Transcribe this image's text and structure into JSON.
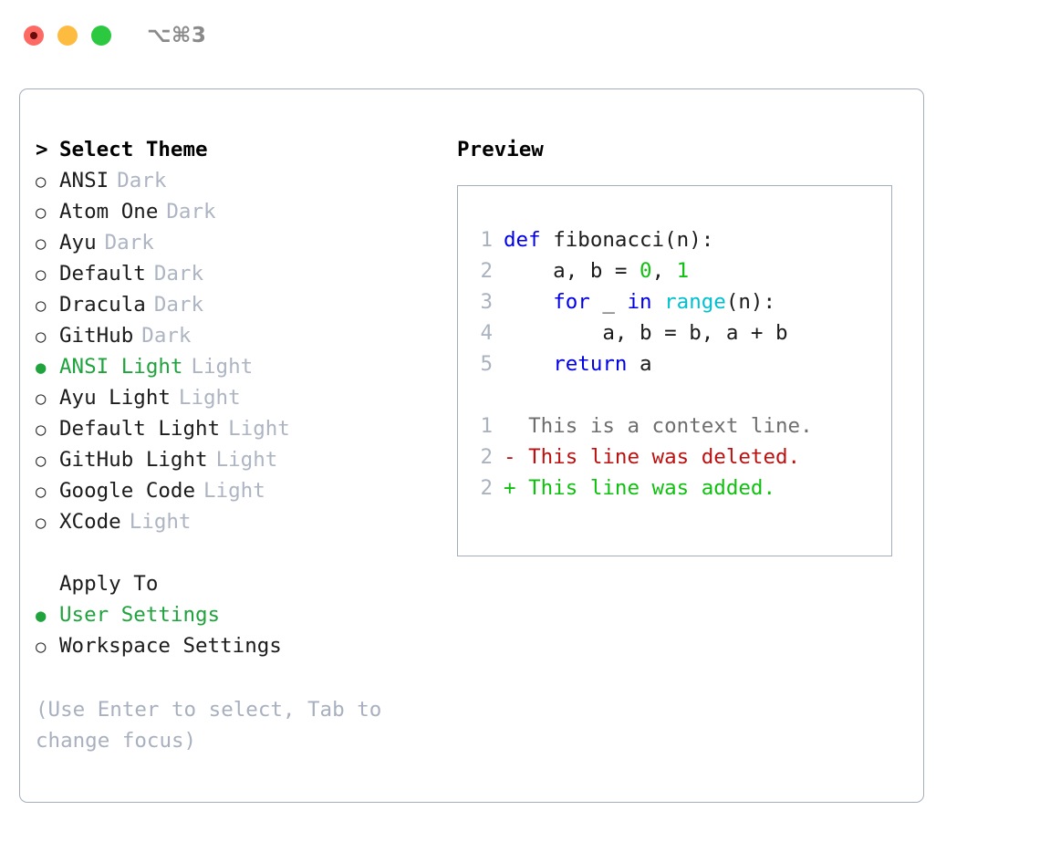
{
  "window": {
    "title": "⌥⌘3",
    "traffic_lights": [
      {
        "name": "close",
        "color": "#fd6a64",
        "recording": true
      },
      {
        "name": "minimize",
        "color": "#fdbc40",
        "recording": false
      },
      {
        "name": "maximize",
        "color": "#2bc840",
        "recording": false
      }
    ]
  },
  "colors": {
    "accent_green": "#1fa33c",
    "border": "#a4adbb",
    "muted": "#adb4c2",
    "hint": "#a8b0bf",
    "keyword": "#0000e6",
    "builtin": "#00c0cf",
    "number": "#10c010",
    "diff_delete": "#bb1111",
    "diff_add": "#10c010",
    "lineno": "#aab2c0"
  },
  "theme_list": {
    "heading": {
      "marker": ">",
      "label": "Select Theme"
    },
    "items": [
      {
        "marker": "○",
        "label": "ANSI",
        "meta": "Dark",
        "selected": false
      },
      {
        "marker": "○",
        "label": "Atom One",
        "meta": "Dark",
        "selected": false
      },
      {
        "marker": "○",
        "label": "Ayu",
        "meta": "Dark",
        "selected": false
      },
      {
        "marker": "○",
        "label": "Default",
        "meta": "Dark",
        "selected": false
      },
      {
        "marker": "○",
        "label": "Dracula",
        "meta": "Dark",
        "selected": false
      },
      {
        "marker": "○",
        "label": "GitHub",
        "meta": "Dark",
        "selected": false
      },
      {
        "marker": "●",
        "label": "ANSI Light",
        "meta": "Light",
        "selected": true
      },
      {
        "marker": "○",
        "label": "Ayu Light",
        "meta": "Light",
        "selected": false
      },
      {
        "marker": "○",
        "label": "Default Light",
        "meta": "Light",
        "selected": false
      },
      {
        "marker": "○",
        "label": "GitHub Light",
        "meta": "Light",
        "selected": false
      },
      {
        "marker": "○",
        "label": "Google Code",
        "meta": "Light",
        "selected": false
      },
      {
        "marker": "○",
        "label": "XCode",
        "meta": "Light",
        "selected": false
      }
    ]
  },
  "apply_to": {
    "heading": {
      "marker": "",
      "label": "Apply To"
    },
    "items": [
      {
        "marker": "●",
        "label": "User Settings",
        "selected": true
      },
      {
        "marker": "○",
        "label": "Workspace Settings",
        "selected": false
      }
    ]
  },
  "hint": "(Use Enter to select, Tab to change focus)",
  "preview": {
    "title": "Preview",
    "code_lines": [
      {
        "lineno": "1",
        "tokens": [
          {
            "t": "def ",
            "c": "kw"
          },
          {
            "t": "fibonacci(n):",
            "c": "txt"
          }
        ]
      },
      {
        "lineno": "2",
        "tokens": [
          {
            "t": "    a, b = ",
            "c": "txt"
          },
          {
            "t": "0",
            "c": "num"
          },
          {
            "t": ", ",
            "c": "txt"
          },
          {
            "t": "1",
            "c": "num"
          }
        ]
      },
      {
        "lineno": "3",
        "tokens": [
          {
            "t": "    ",
            "c": "txt"
          },
          {
            "t": "for",
            "c": "kw"
          },
          {
            "t": " _ ",
            "c": "txt"
          },
          {
            "t": "in",
            "c": "kw"
          },
          {
            "t": " ",
            "c": "txt"
          },
          {
            "t": "range",
            "c": "fn"
          },
          {
            "t": "(n):",
            "c": "txt"
          }
        ]
      },
      {
        "lineno": "4",
        "tokens": [
          {
            "t": "        a, b = b, a + b",
            "c": "txt"
          }
        ]
      },
      {
        "lineno": "5",
        "tokens": [
          {
            "t": "    ",
            "c": "txt"
          },
          {
            "t": "return",
            "c": "kw"
          },
          {
            "t": " a",
            "c": "txt"
          }
        ]
      }
    ],
    "diff_lines": [
      {
        "lineno": "1",
        "sign": " ",
        "text": "This is a context line.",
        "kind": "context"
      },
      {
        "lineno": "2",
        "sign": "-",
        "text": "This line was deleted.",
        "kind": "delete"
      },
      {
        "lineno": "2",
        "sign": "+",
        "text": "This line was added.",
        "kind": "add"
      }
    ]
  }
}
